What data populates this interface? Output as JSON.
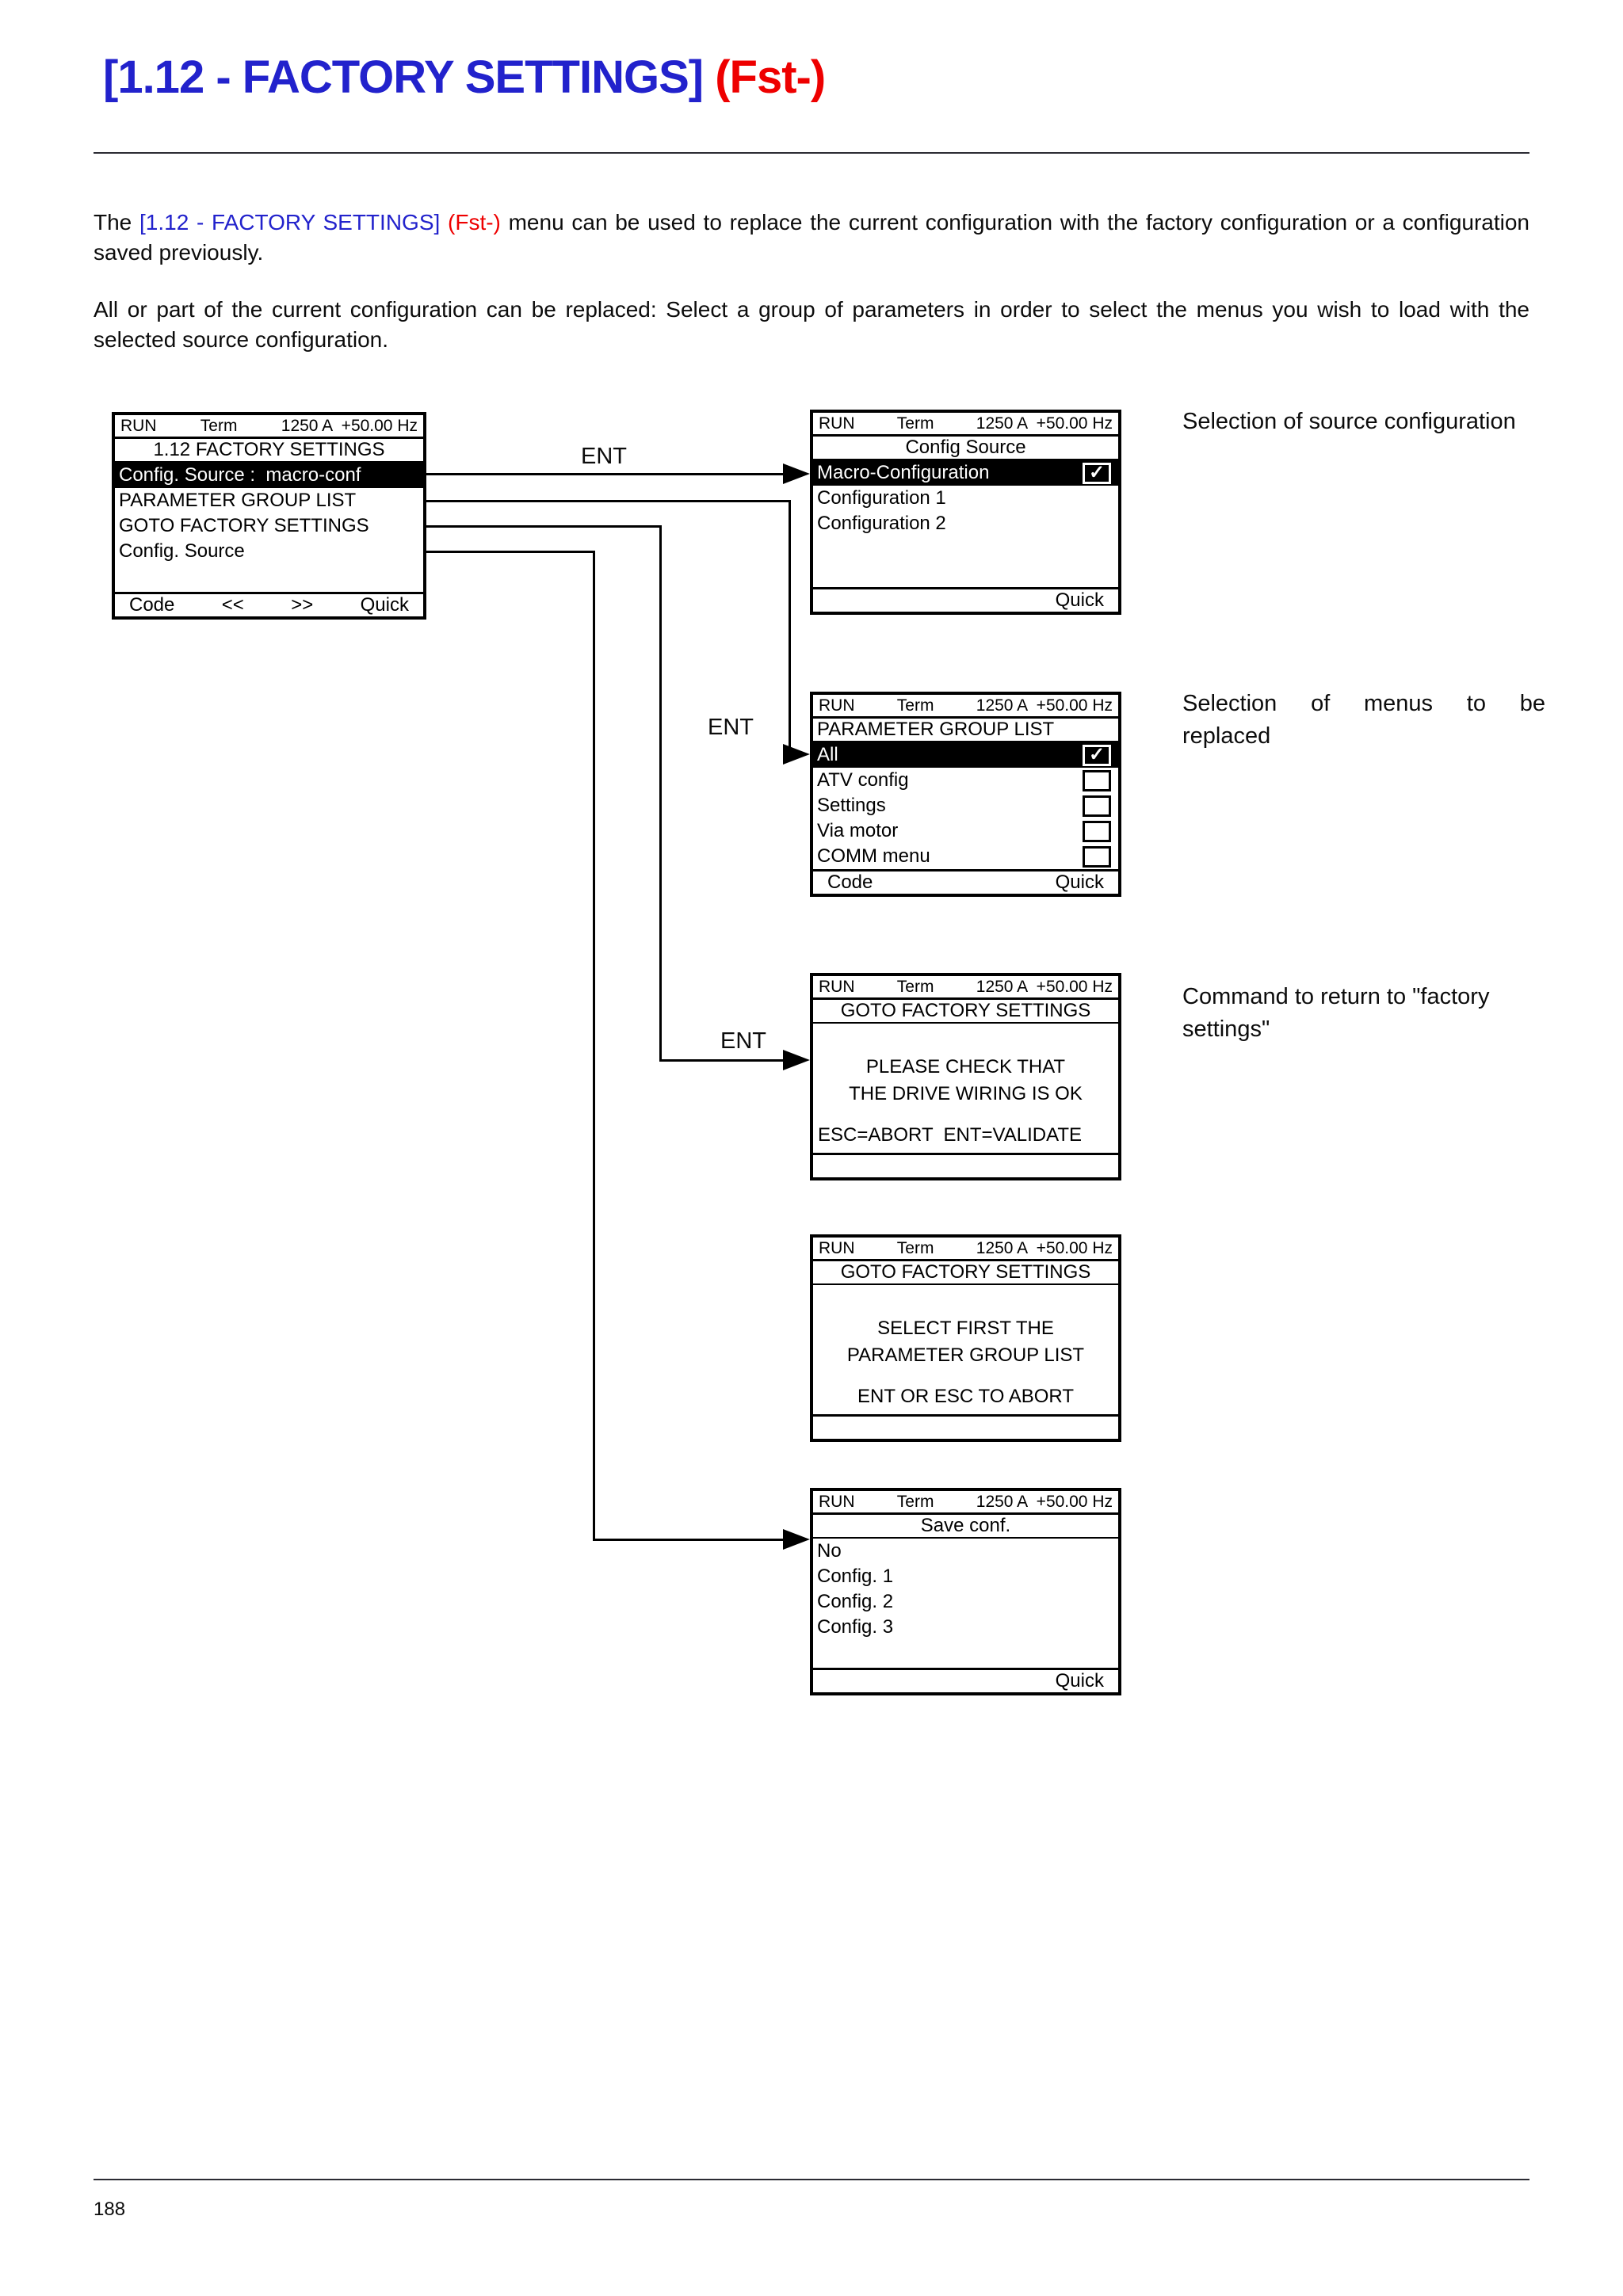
{
  "page": {
    "title_main": "[1.12 - FACTORY SETTINGS]",
    "title_code": "(Fst-)",
    "page_number": "188"
  },
  "intro": {
    "p1_pre": "The",
    "p1_link": "[1.12 - FACTORY SETTINGS]",
    "p1_code": "(Fst-)",
    "p1_rest": " menu can be used to replace the current configuration with the factory configuration or a configuration saved previously.",
    "p2": "All or part of the current configuration can be replaced: Select a group of parameters in order to select the menus you wish to load with the selected source configuration."
  },
  "icons": {
    "check_glyph": "✓"
  },
  "colors": {
    "link_blue": "#2222cc",
    "code_red": "#ee0000",
    "lcd_ink": "#000000"
  },
  "ent_labels": [
    "ENT",
    "ENT",
    "ENT"
  ],
  "annotations": [
    {
      "lines": [
        "Selection of source configuration"
      ],
      "justify_first": false
    },
    {
      "lines": [
        "Selection of menus to be",
        "replaced"
      ],
      "justify_first": true
    },
    {
      "lines": [
        "Command to return to \"factory",
        "settings\""
      ],
      "justify_first": false
    }
  ],
  "screens": [
    {
      "name": "menu-1-12-factory-settings",
      "status": {
        "run": "RUN",
        "term": "Term",
        "values": "1250 A  +50.00 Hz"
      },
      "title": "1.12 FACTORY SETTINGS",
      "rows": [
        {
          "label": "Config. Source :  macro-conf",
          "selected": true
        },
        {
          "label": "PARAMETER GROUP LIST",
          "selected": false
        },
        {
          "label": "GOTO FACTORY SETTINGS",
          "selected": false
        },
        {
          "label": "Config. Source",
          "selected": false
        }
      ],
      "footer": [
        "Code",
        "<<",
        ">>",
        "Quick"
      ]
    },
    {
      "name": "config-source",
      "status": {
        "run": "RUN",
        "term": "Term",
        "values": "1250 A  +50.00 Hz"
      },
      "title": "Config Source",
      "rows": [
        {
          "label": "Macro-Configuration",
          "selected": true,
          "check": "checked"
        },
        {
          "label": "Configuration 1",
          "selected": false
        },
        {
          "label": "Configuration 2",
          "selected": false
        }
      ],
      "footer": [
        "",
        "Quick"
      ]
    },
    {
      "name": "parameter-group-list",
      "status": {
        "run": "RUN",
        "term": "Term",
        "values": "1250 A  +50.00 Hz"
      },
      "title": "PARAMETER GROUP LIST",
      "rows": [
        {
          "label": "All",
          "selected": true,
          "check": "checked"
        },
        {
          "label": "ATV config",
          "selected": false,
          "check": "empty"
        },
        {
          "label": "Settings",
          "selected": false,
          "check": "empty"
        },
        {
          "label": "Via motor",
          "selected": false,
          "check": "empty"
        },
        {
          "label": "COMM menu",
          "selected": false,
          "check": "empty"
        }
      ],
      "footer": [
        "Code",
        "Quick"
      ]
    },
    {
      "name": "goto-factory-settings-confirm",
      "status": {
        "run": "RUN",
        "term": "Term",
        "values": "1250 A  +50.00 Hz"
      },
      "title": "GOTO FACTORY SETTINGS",
      "body": {
        "center_lines": [
          "PLEASE CHECK THAT",
          "THE DRIVE WIRING IS OK"
        ],
        "bottom_line": "ESC=ABORT  ENT=VALIDATE",
        "bottom_align": "left"
      },
      "footer": []
    },
    {
      "name": "goto-factory-settings-warning",
      "status": {
        "run": "RUN",
        "term": "Term",
        "values": "1250 A  +50.00 Hz"
      },
      "title": "GOTO FACTORY SETTINGS",
      "body": {
        "center_lines": [
          "SELECT FIRST THE",
          "PARAMETER GROUP LIST"
        ],
        "bottom_line": "ENT OR ESC TO ABORT",
        "bottom_align": "center"
      },
      "footer": []
    },
    {
      "name": "save-conf",
      "status": {
        "run": "RUN",
        "term": "Term",
        "values": "1250 A  +50.00 Hz"
      },
      "title": "Save conf.",
      "rows": [
        {
          "label": "No",
          "selected": false
        },
        {
          "label": "Config. 1",
          "selected": false
        },
        {
          "label": "Config. 2",
          "selected": false
        },
        {
          "label": "Config. 3",
          "selected": false
        }
      ],
      "footer": [
        "",
        "Quick"
      ]
    }
  ]
}
